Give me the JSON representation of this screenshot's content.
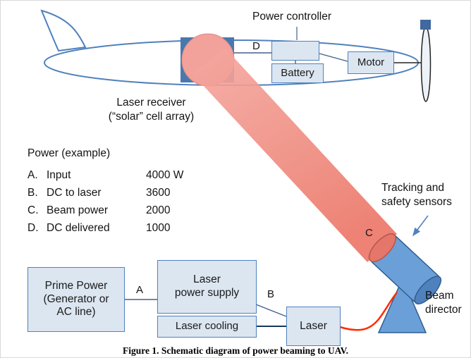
{
  "aircraft": {
    "power_controller_label": "Power controller",
    "battery_label": "Battery",
    "motor_label": "Motor",
    "receiver_label": "Laser receiver\n(“solar” cell array)",
    "node_d": "D"
  },
  "power_example": {
    "title": "Power (example)",
    "rows": [
      {
        "key": "A.",
        "label": "Input",
        "value": "4000 W"
      },
      {
        "key": "B.",
        "label": "DC to laser",
        "value": "3600"
      },
      {
        "key": "C.",
        "label": "Beam power",
        "value": "2000"
      },
      {
        "key": "D.",
        "label": "DC delivered",
        "value": "1000"
      }
    ]
  },
  "ground": {
    "prime_power_label": "Prime Power\n(Generator or\nAC line)",
    "laser_power_supply_label": "Laser\npower supply",
    "laser_cooling_label": "Laser cooling",
    "laser_label": "Laser",
    "node_a": "A",
    "node_b": "B",
    "node_c": "C"
  },
  "beam_director": {
    "tracking_label": "Tracking and\nsafety sensors",
    "director_label": "Beam\ndirector"
  },
  "caption": "Figure 1.  Schematic diagram of power beaming to UAV.",
  "colors": {
    "box_fill": "#dce6f1",
    "box_border": "#4f81bd",
    "beam_salmon": "#ee8a7e",
    "receiver_panel": "#4a78ae",
    "receiver_cell": "#f2a19b",
    "director_blue": "#6b9fd8",
    "cable_red": "#ff2a00",
    "cooling_line_blue": "#17375e"
  }
}
